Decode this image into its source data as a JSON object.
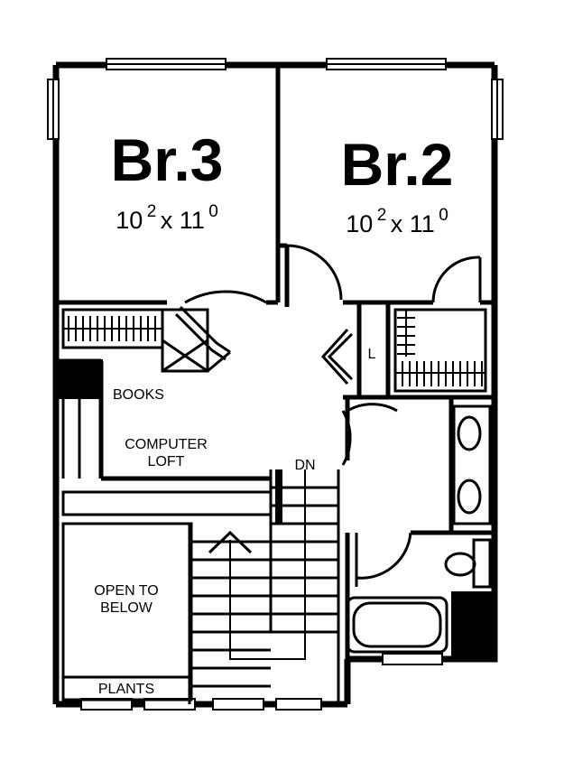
{
  "rooms": {
    "br3": {
      "name": "Br.3",
      "dim_a": "10",
      "dim_a_sup": "2",
      "dim_x": "x 11",
      "dim_b_sup": "0"
    },
    "br2": {
      "name": "Br.2",
      "dim_a": "10",
      "dim_a_sup": "2",
      "dim_x": "x 11",
      "dim_b_sup": "0"
    }
  },
  "labels": {
    "books": "BOOKS",
    "computer_line1": "COMPUTER",
    "computer_line2": "LOFT",
    "stairs_down": "DN",
    "open_line1": "OPEN TO",
    "open_line2": "BELOW",
    "plants": "PLANTS",
    "linen": "L"
  },
  "colors": {
    "ink": "#000000",
    "paper": "#ffffff"
  }
}
